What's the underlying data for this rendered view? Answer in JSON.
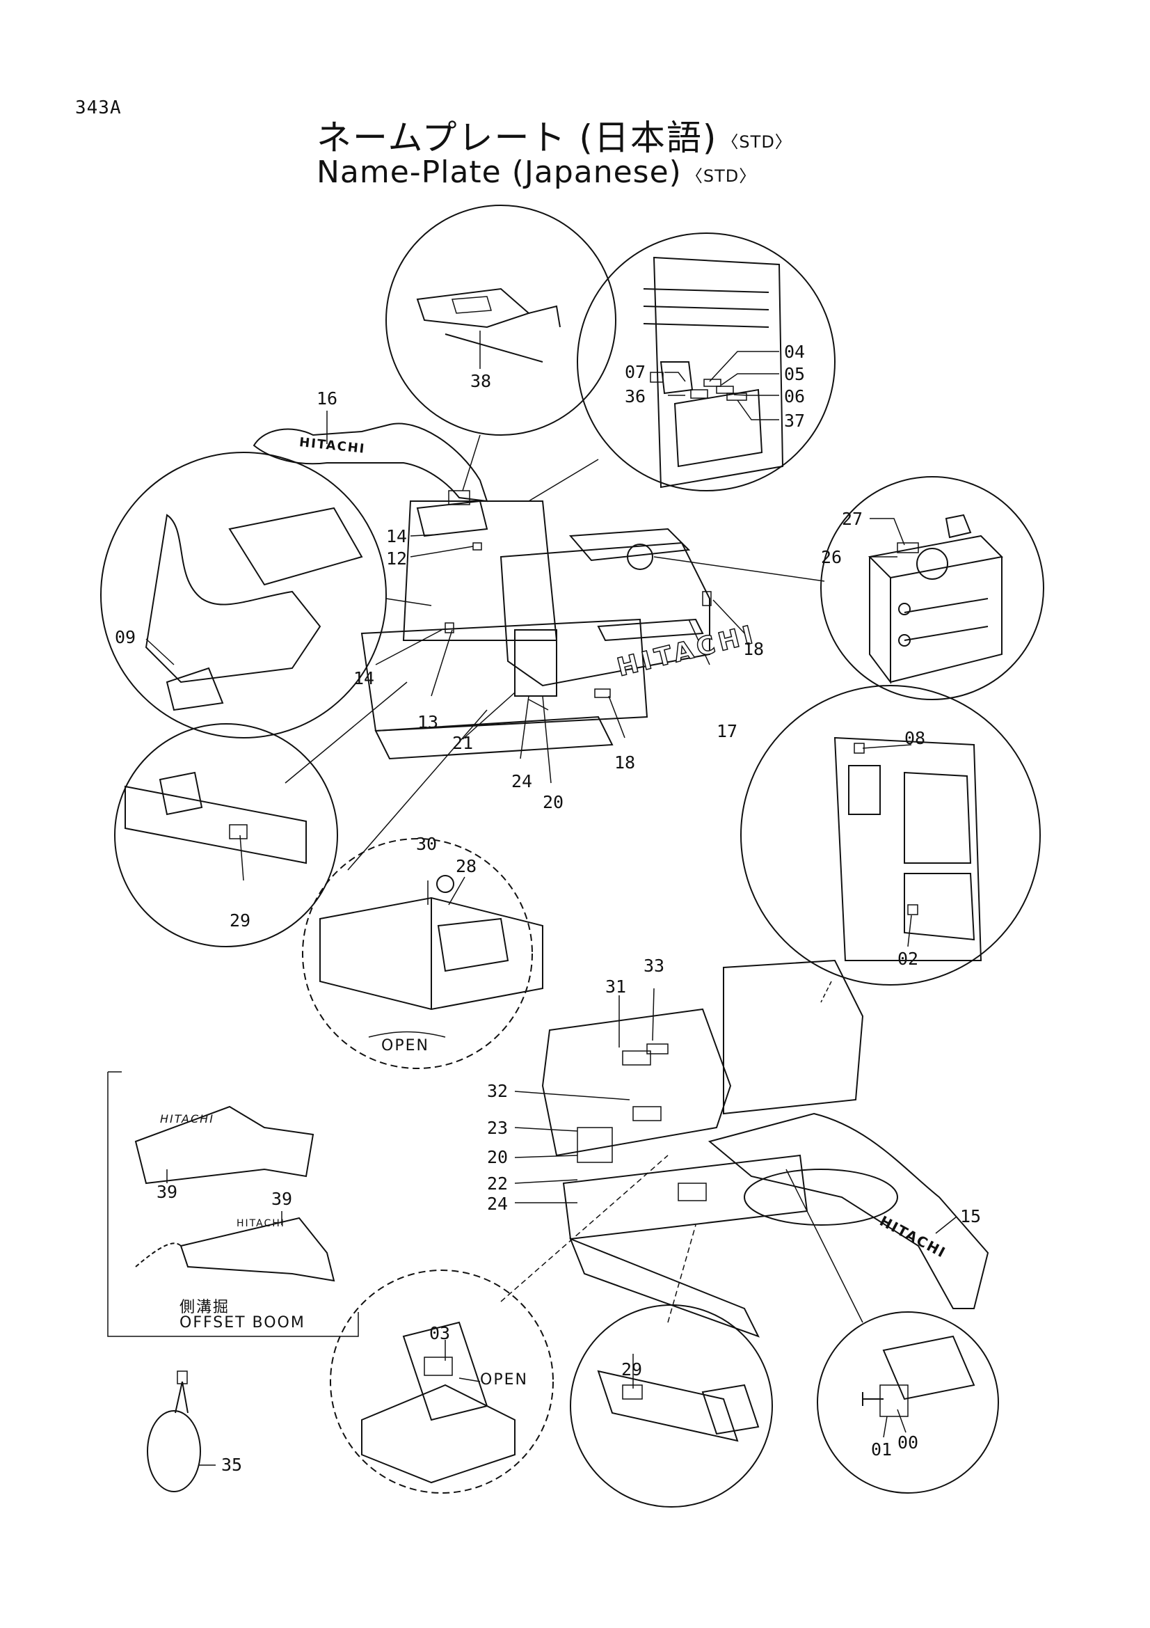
{
  "header": {
    "page_code": "343A",
    "title_jp": "ネームプレート (日本語)",
    "title_en": "Name-Plate (Japanese)",
    "variant": "STD"
  },
  "logos": {
    "boom_logo": "HITACHI",
    "body_logo": "HITACHI",
    "offset_logo_1": "HITACHI",
    "offset_logo_2": "HITACHI",
    "side_boom_logo": "HITACHI"
  },
  "notes": {
    "open_1": "OPEN",
    "open_2": "OPEN",
    "offset_jp": "側溝掘",
    "offset_en": "OFFSET BOOM"
  },
  "callouts": {
    "c00": "00",
    "c01": "01",
    "c02": "02",
    "c03": "03",
    "c04": "04",
    "c05": "05",
    "c06": "06",
    "c07": "07",
    "c08": "08",
    "c09": "09",
    "c12": "12",
    "c13": "13",
    "c14a": "14",
    "c14b": "14",
    "c15": "15",
    "c16": "16",
    "c17": "17",
    "c18a": "18",
    "c18b": "18",
    "c20a": "20",
    "c20b": "20",
    "c21": "21",
    "c22": "22",
    "c23": "23",
    "c24a": "24",
    "c24b": "24",
    "c26": "26",
    "c27": "27",
    "c28": "28",
    "c29a": "29",
    "c29b": "29",
    "c30": "30",
    "c31": "31",
    "c32": "32",
    "c33": "33",
    "c35": "35",
    "c36": "36",
    "c37": "37",
    "c38": "38",
    "c39a": "39",
    "c39b": "39"
  }
}
